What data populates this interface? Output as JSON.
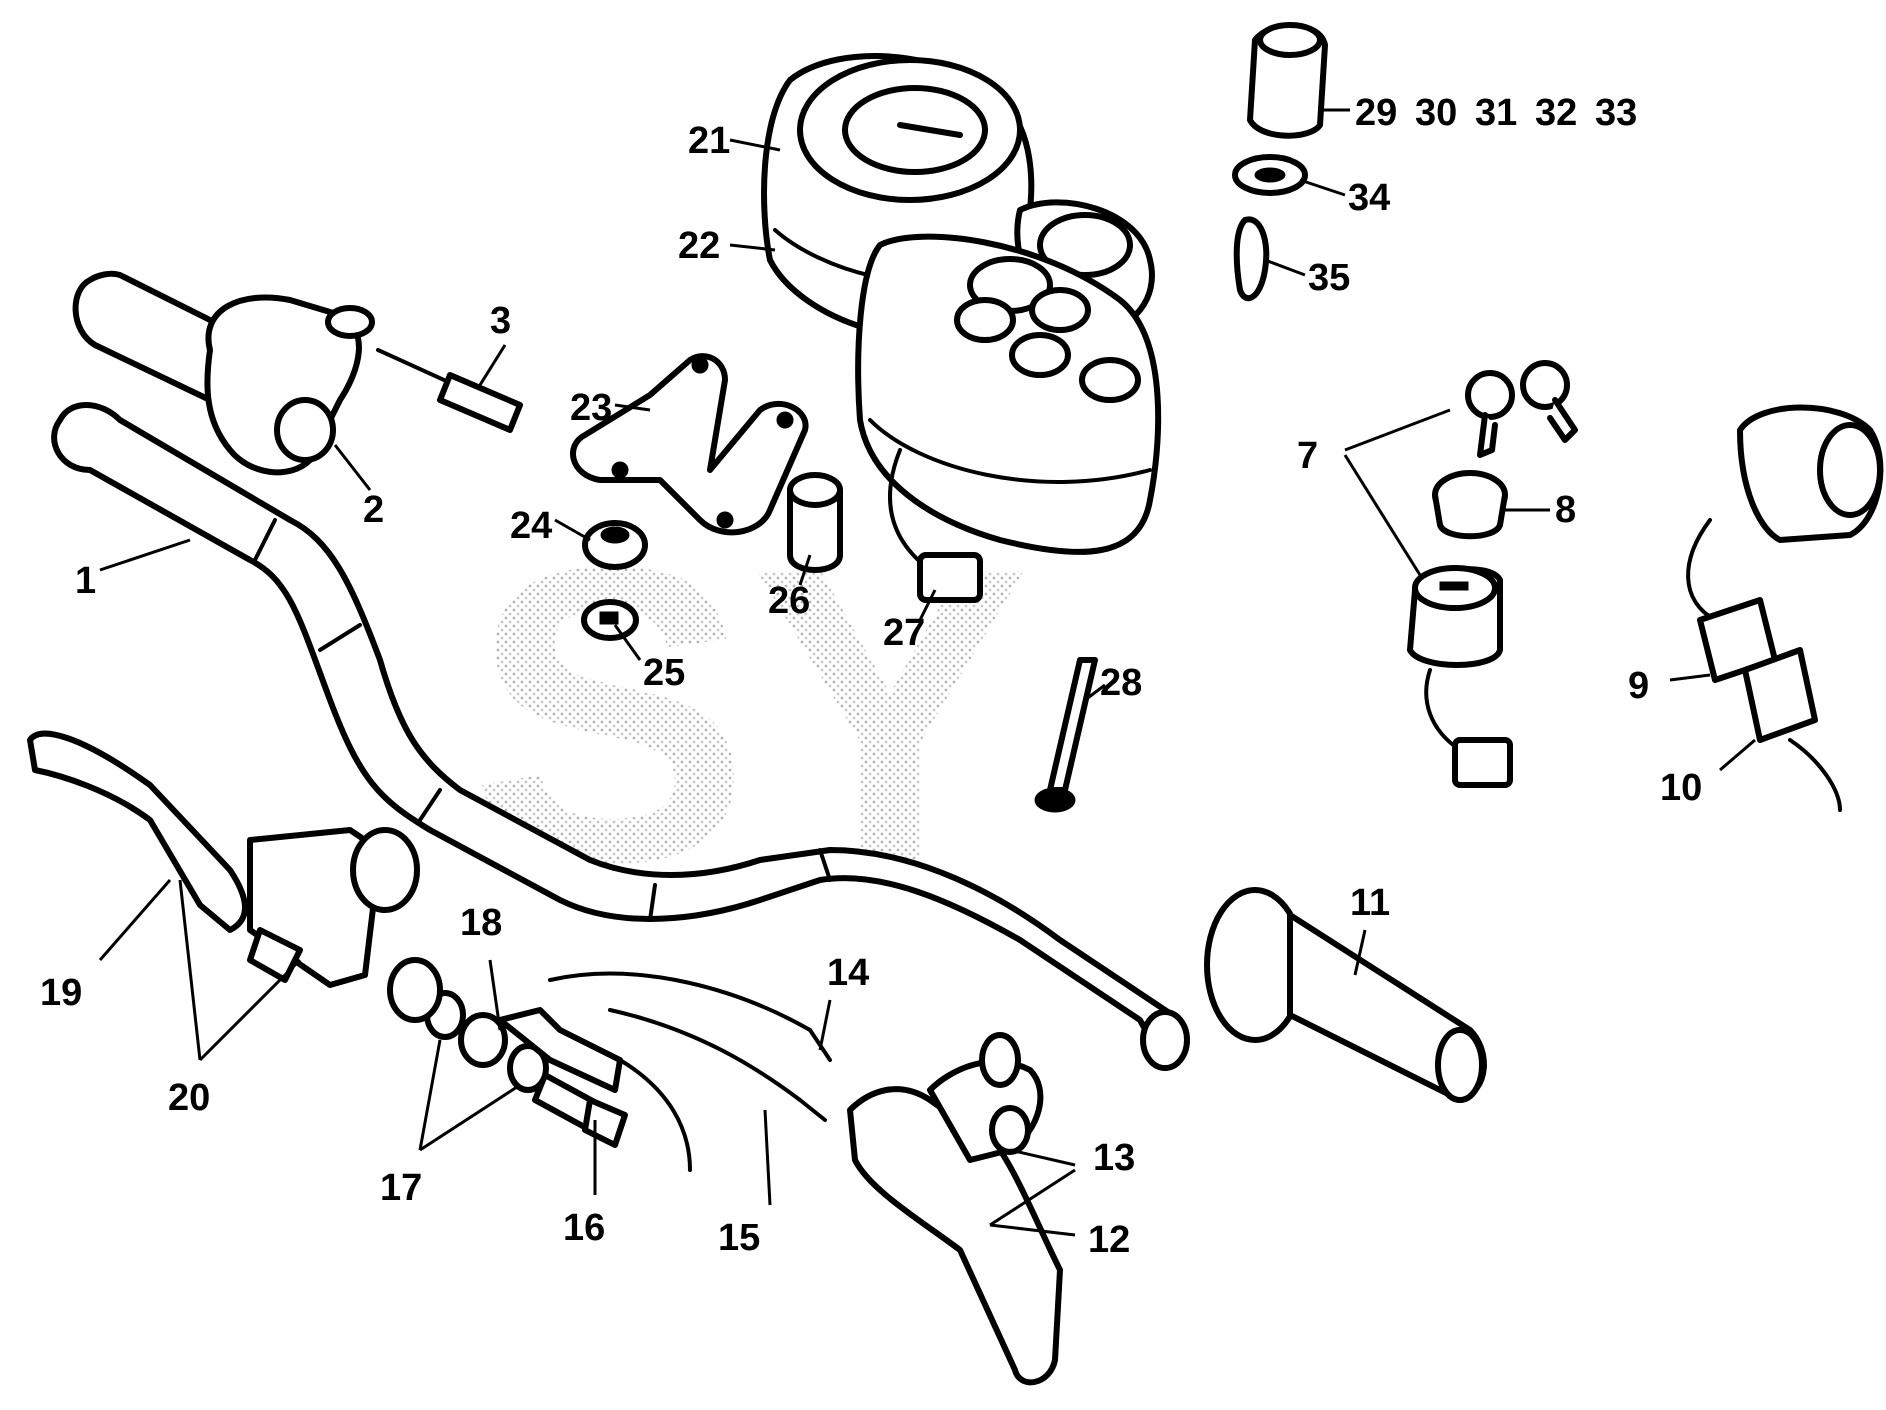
{
  "callouts": {
    "c1": "1",
    "c2": "2",
    "c3": "3",
    "c7": "7",
    "c8": "8",
    "c9": "9",
    "c10": "10",
    "c11": "11",
    "c12": "12",
    "c13": "13",
    "c14": "14",
    "c15": "15",
    "c16": "16",
    "c17": "17",
    "c18": "18",
    "c19": "19",
    "c20": "20",
    "c21": "21",
    "c22": "22",
    "c23": "23",
    "c24": "24",
    "c25": "25",
    "c26": "26",
    "c27": "27",
    "c28": "28",
    "c29": "29",
    "c30": "30",
    "c31": "31",
    "c32": "32",
    "c33": "33",
    "c34": "34",
    "c35": "35"
  },
  "watermark_text": "SY"
}
